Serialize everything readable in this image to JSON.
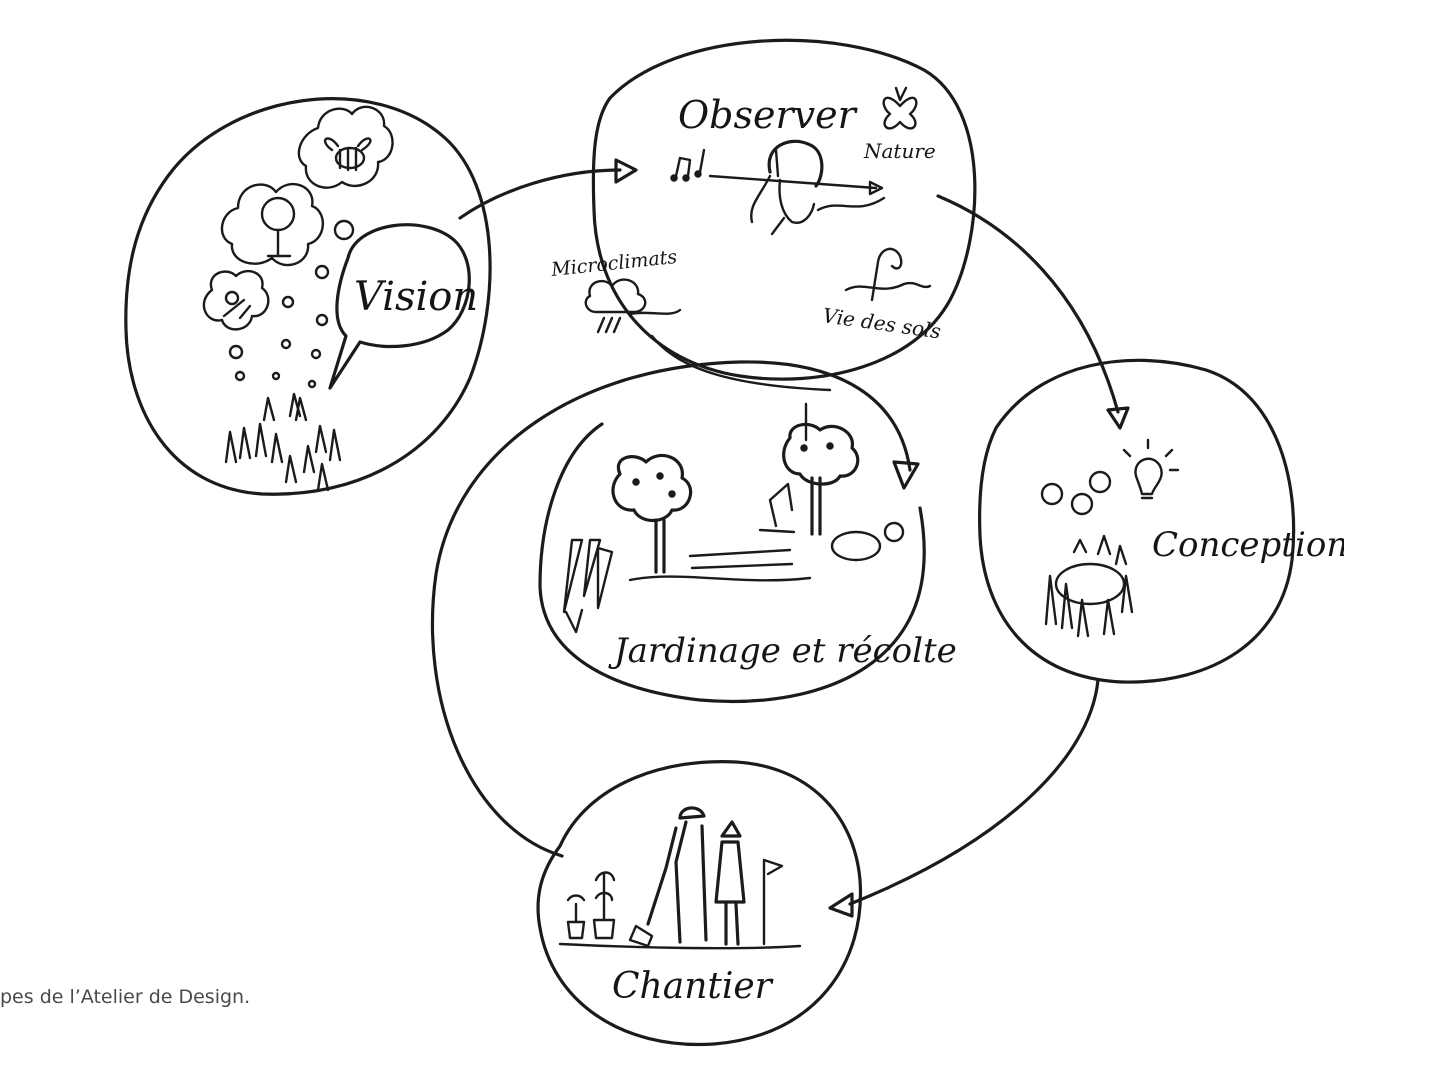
{
  "labels": {
    "vision": "Vision",
    "observer": "Observer",
    "nature": "Nature",
    "microclimats": "Microclimats",
    "vie_des_sols": "Vie des sols",
    "conception": "Conception",
    "jardinage": "Jardinage et récolte",
    "chantier": "Chantier"
  },
  "caption": "pes de l’Atelier de Design."
}
